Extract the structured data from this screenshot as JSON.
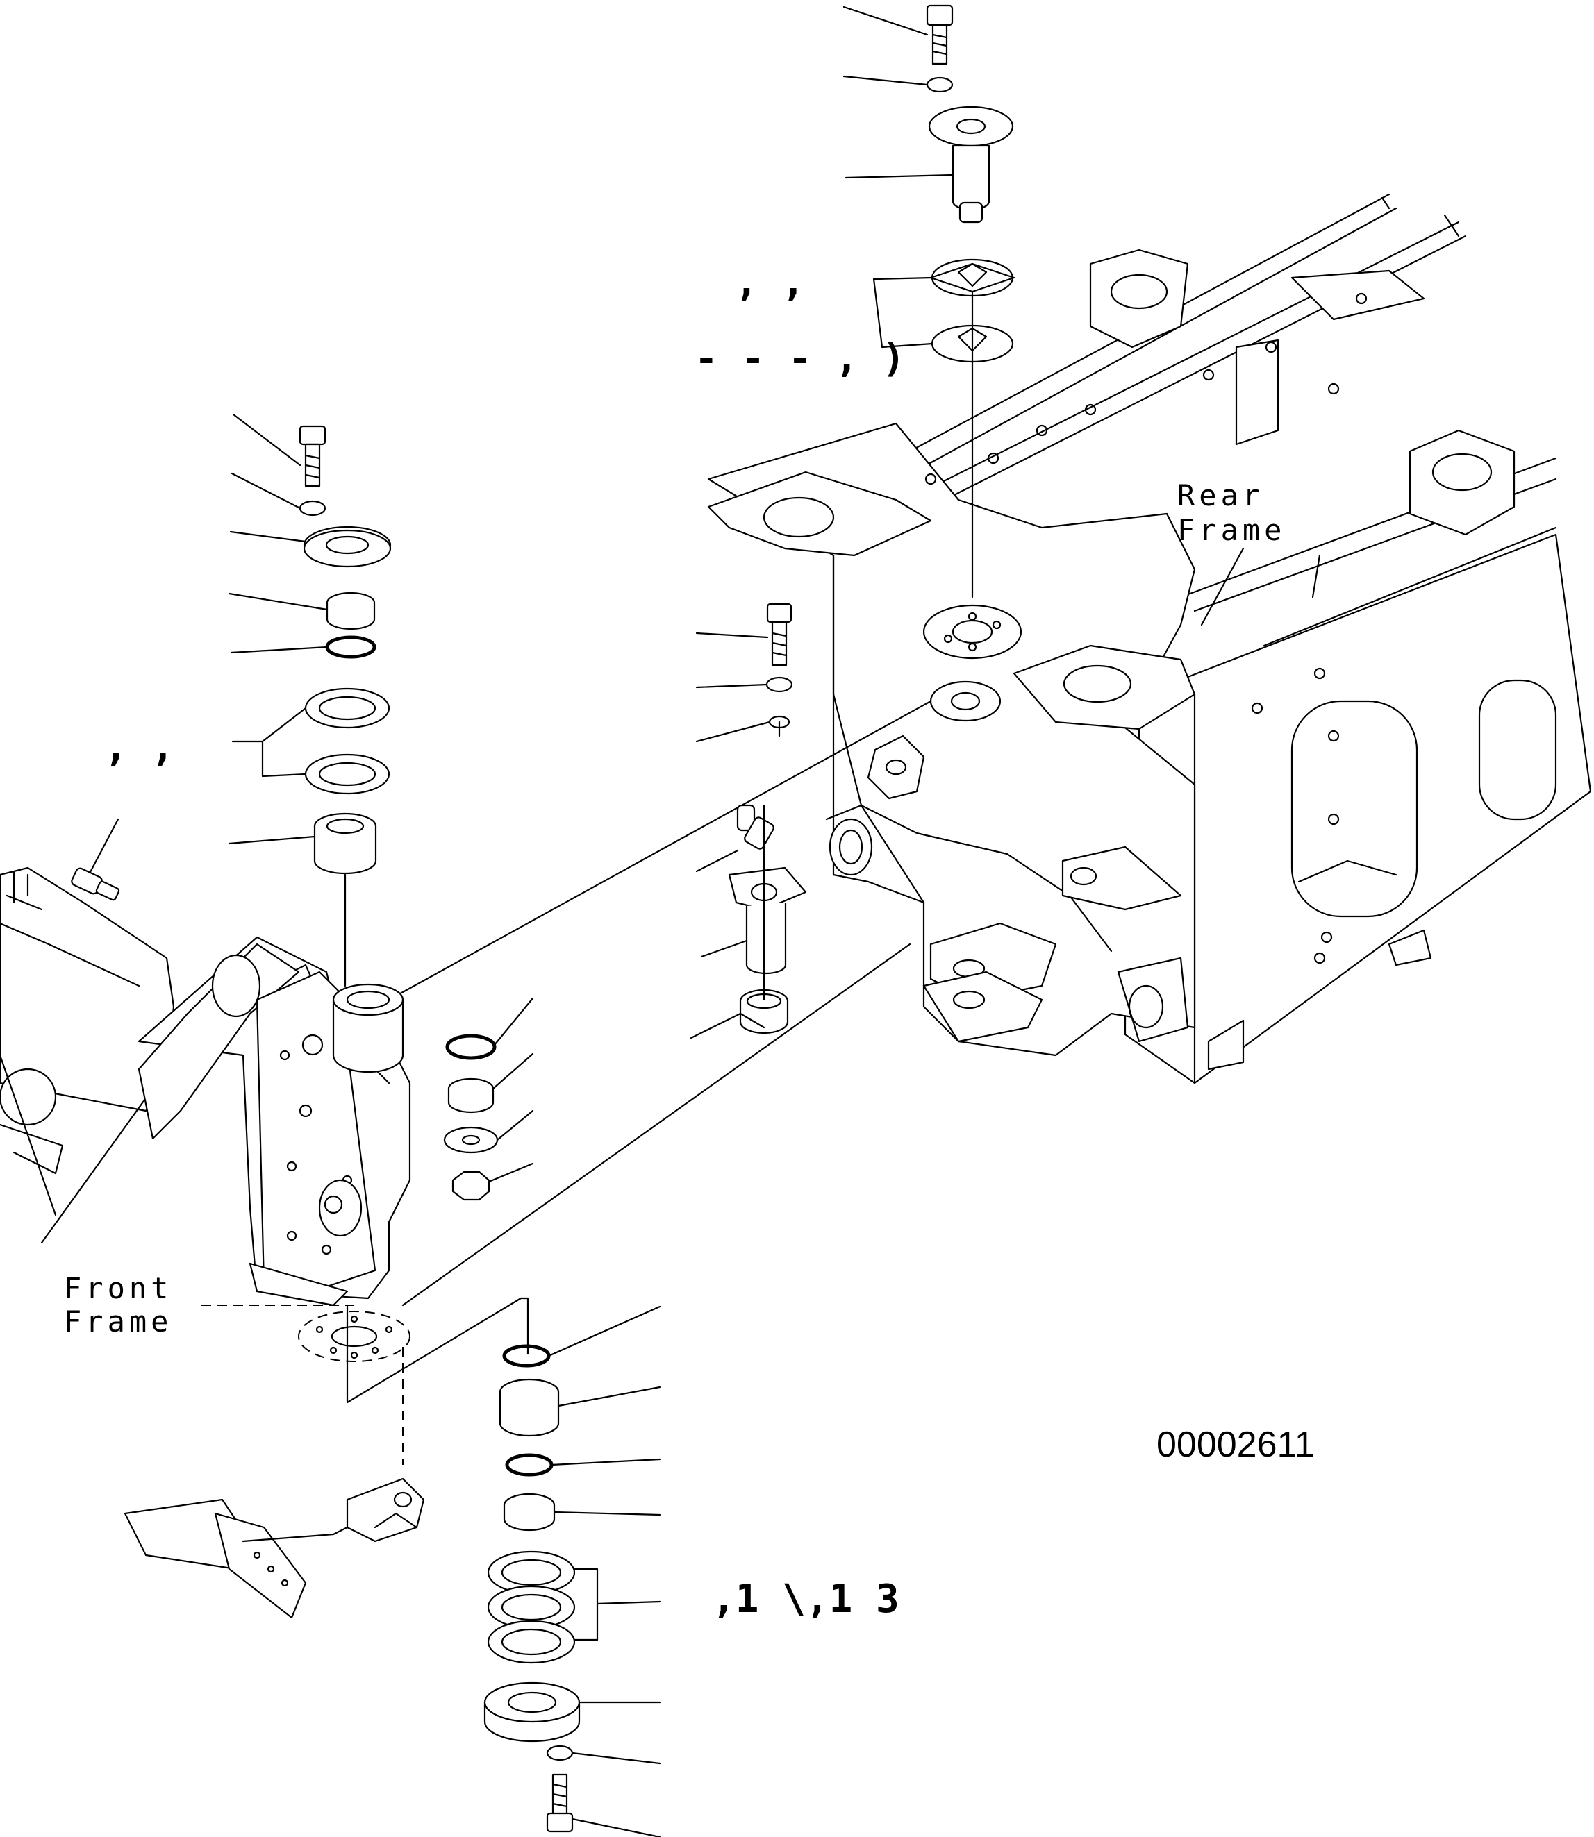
{
  "diagram": {
    "labels": {
      "rear_frame_line1": "Rear",
      "rear_frame_line2": "Frame",
      "front_frame_line1": "Front",
      "front_frame_line2": "Frame",
      "drawing_code": "00002611"
    },
    "ref_fragments": {
      "upper_right_a": ",      ,",
      "upper_right_b": "- - - ,    )",
      "left_middle": ",      ,",
      "lower_right": ",1  \\,1  3"
    }
  }
}
